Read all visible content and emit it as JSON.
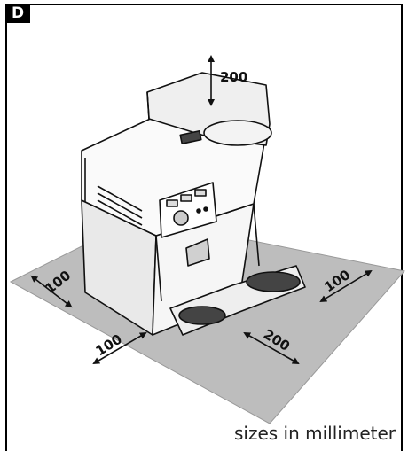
{
  "figure": {
    "label": "D",
    "caption": "sizes in millimeter",
    "dimensions": {
      "top": "200",
      "left": "100",
      "front_left": "100",
      "front_right": "200",
      "right": "100"
    }
  }
}
